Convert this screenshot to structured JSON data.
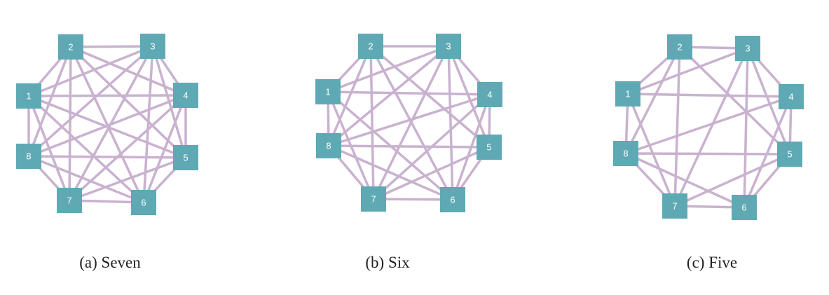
{
  "colors": {
    "edge": "#c9b2cf",
    "node": "#5fa9b4",
    "label": "#ffffff"
  },
  "panels": [
    {
      "id": "a",
      "caption": "(a) Seven",
      "nodes": [
        "1",
        "2",
        "3",
        "4",
        "5",
        "6",
        "7",
        "8"
      ],
      "edges": [
        [
          "1",
          "2"
        ],
        [
          "1",
          "3"
        ],
        [
          "1",
          "4"
        ],
        [
          "1",
          "5"
        ],
        [
          "1",
          "6"
        ],
        [
          "1",
          "7"
        ],
        [
          "1",
          "8"
        ],
        [
          "2",
          "3"
        ],
        [
          "2",
          "4"
        ],
        [
          "2",
          "5"
        ],
        [
          "2",
          "6"
        ],
        [
          "2",
          "7"
        ],
        [
          "2",
          "8"
        ],
        [
          "3",
          "4"
        ],
        [
          "3",
          "5"
        ],
        [
          "3",
          "6"
        ],
        [
          "3",
          "7"
        ],
        [
          "3",
          "8"
        ],
        [
          "4",
          "5"
        ],
        [
          "4",
          "6"
        ],
        [
          "4",
          "7"
        ],
        [
          "4",
          "8"
        ],
        [
          "5",
          "6"
        ],
        [
          "5",
          "7"
        ],
        [
          "5",
          "8"
        ],
        [
          "6",
          "7"
        ],
        [
          "6",
          "8"
        ],
        [
          "7",
          "8"
        ]
      ]
    },
    {
      "id": "b",
      "caption": "(b) Six",
      "nodes": [
        "1",
        "2",
        "3",
        "4",
        "5",
        "6",
        "7",
        "8"
      ],
      "edges": [
        [
          "1",
          "2"
        ],
        [
          "1",
          "3"
        ],
        [
          "1",
          "4"
        ],
        [
          "1",
          "6"
        ],
        [
          "1",
          "7"
        ],
        [
          "1",
          "8"
        ],
        [
          "2",
          "3"
        ],
        [
          "2",
          "5"
        ],
        [
          "2",
          "6"
        ],
        [
          "2",
          "7"
        ],
        [
          "2",
          "8"
        ],
        [
          "3",
          "4"
        ],
        [
          "3",
          "5"
        ],
        [
          "3",
          "6"
        ],
        [
          "3",
          "7"
        ],
        [
          "3",
          "8"
        ],
        [
          "4",
          "5"
        ],
        [
          "4",
          "6"
        ],
        [
          "4",
          "7"
        ],
        [
          "4",
          "8"
        ],
        [
          "5",
          "6"
        ],
        [
          "5",
          "7"
        ],
        [
          "5",
          "8"
        ],
        [
          "6",
          "7"
        ],
        [
          "6",
          "8"
        ],
        [
          "7",
          "8"
        ]
      ]
    },
    {
      "id": "c",
      "caption": "(c) Five",
      "nodes": [
        "1",
        "2",
        "3",
        "4",
        "5",
        "6",
        "7",
        "8"
      ],
      "edges": [
        [
          "1",
          "2"
        ],
        [
          "1",
          "3"
        ],
        [
          "1",
          "4"
        ],
        [
          "1",
          "7"
        ],
        [
          "1",
          "8"
        ],
        [
          "2",
          "3"
        ],
        [
          "2",
          "5"
        ],
        [
          "2",
          "7"
        ],
        [
          "2",
          "8"
        ],
        [
          "3",
          "4"
        ],
        [
          "3",
          "5"
        ],
        [
          "3",
          "6"
        ],
        [
          "3",
          "7"
        ],
        [
          "4",
          "5"
        ],
        [
          "4",
          "6"
        ],
        [
          "4",
          "8"
        ],
        [
          "5",
          "6"
        ],
        [
          "5",
          "7"
        ],
        [
          "5",
          "8"
        ],
        [
          "6",
          "7"
        ],
        [
          "6",
          "8"
        ],
        [
          "7",
          "8"
        ]
      ]
    }
  ]
}
